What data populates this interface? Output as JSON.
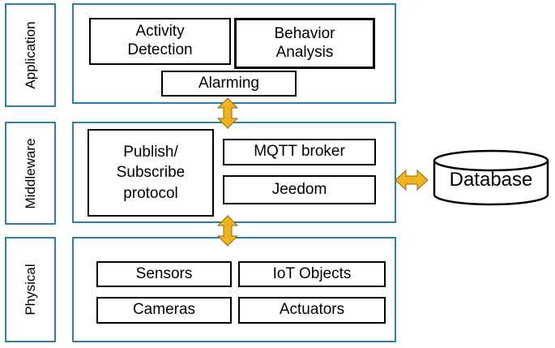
{
  "layers": {
    "application": {
      "label": "Application",
      "boxes": {
        "activity_detection": "Activity\nDetection",
        "behavior_analysis": "Behavior\nAnalysis",
        "alarming": "Alarming"
      }
    },
    "middleware": {
      "label": "Middleware",
      "boxes": {
        "publish_subscribe": "Publish/\nSubscribe\nprotocol",
        "mqtt_broker": "MQTT broker",
        "jeedom": "Jeedom"
      }
    },
    "physical": {
      "label": "Physical",
      "boxes": {
        "sensors": "Sensors",
        "iot_objects": "IoT Objects",
        "cameras": "Cameras",
        "actuators": "Actuators"
      }
    }
  },
  "database": {
    "label": "Database"
  },
  "colors": {
    "border": "#2a7fa8",
    "arrow_fill": "#f2b21b",
    "arrow_stroke": "#8a6a10"
  }
}
